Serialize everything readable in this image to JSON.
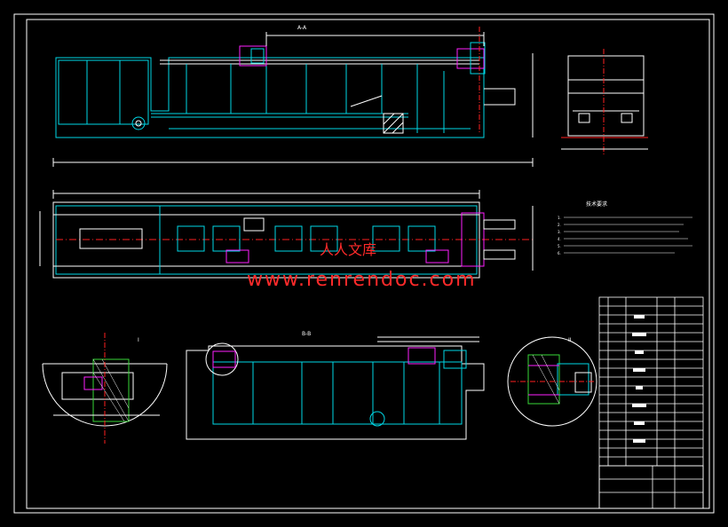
{
  "drawing": {
    "background": "#000000",
    "line_color": "#ffffff",
    "accent_cyan": "#00d7e6",
    "accent_magenta": "#ff20ff",
    "accent_red": "#ff2020",
    "accent_green": "#38d838",
    "accent_yellow": "#ffd000"
  },
  "watermark": {
    "line1": "人人文库",
    "line2": "www.renrendoc.com"
  },
  "section_labels": {
    "top_view": "A-A",
    "side_section": "B-B",
    "detail_1": "I",
    "detail_2": "II"
  },
  "notes": {
    "heading": "技术要求",
    "lines": [
      "1.",
      "2.",
      "3.",
      "4.",
      "5.",
      "6."
    ]
  }
}
